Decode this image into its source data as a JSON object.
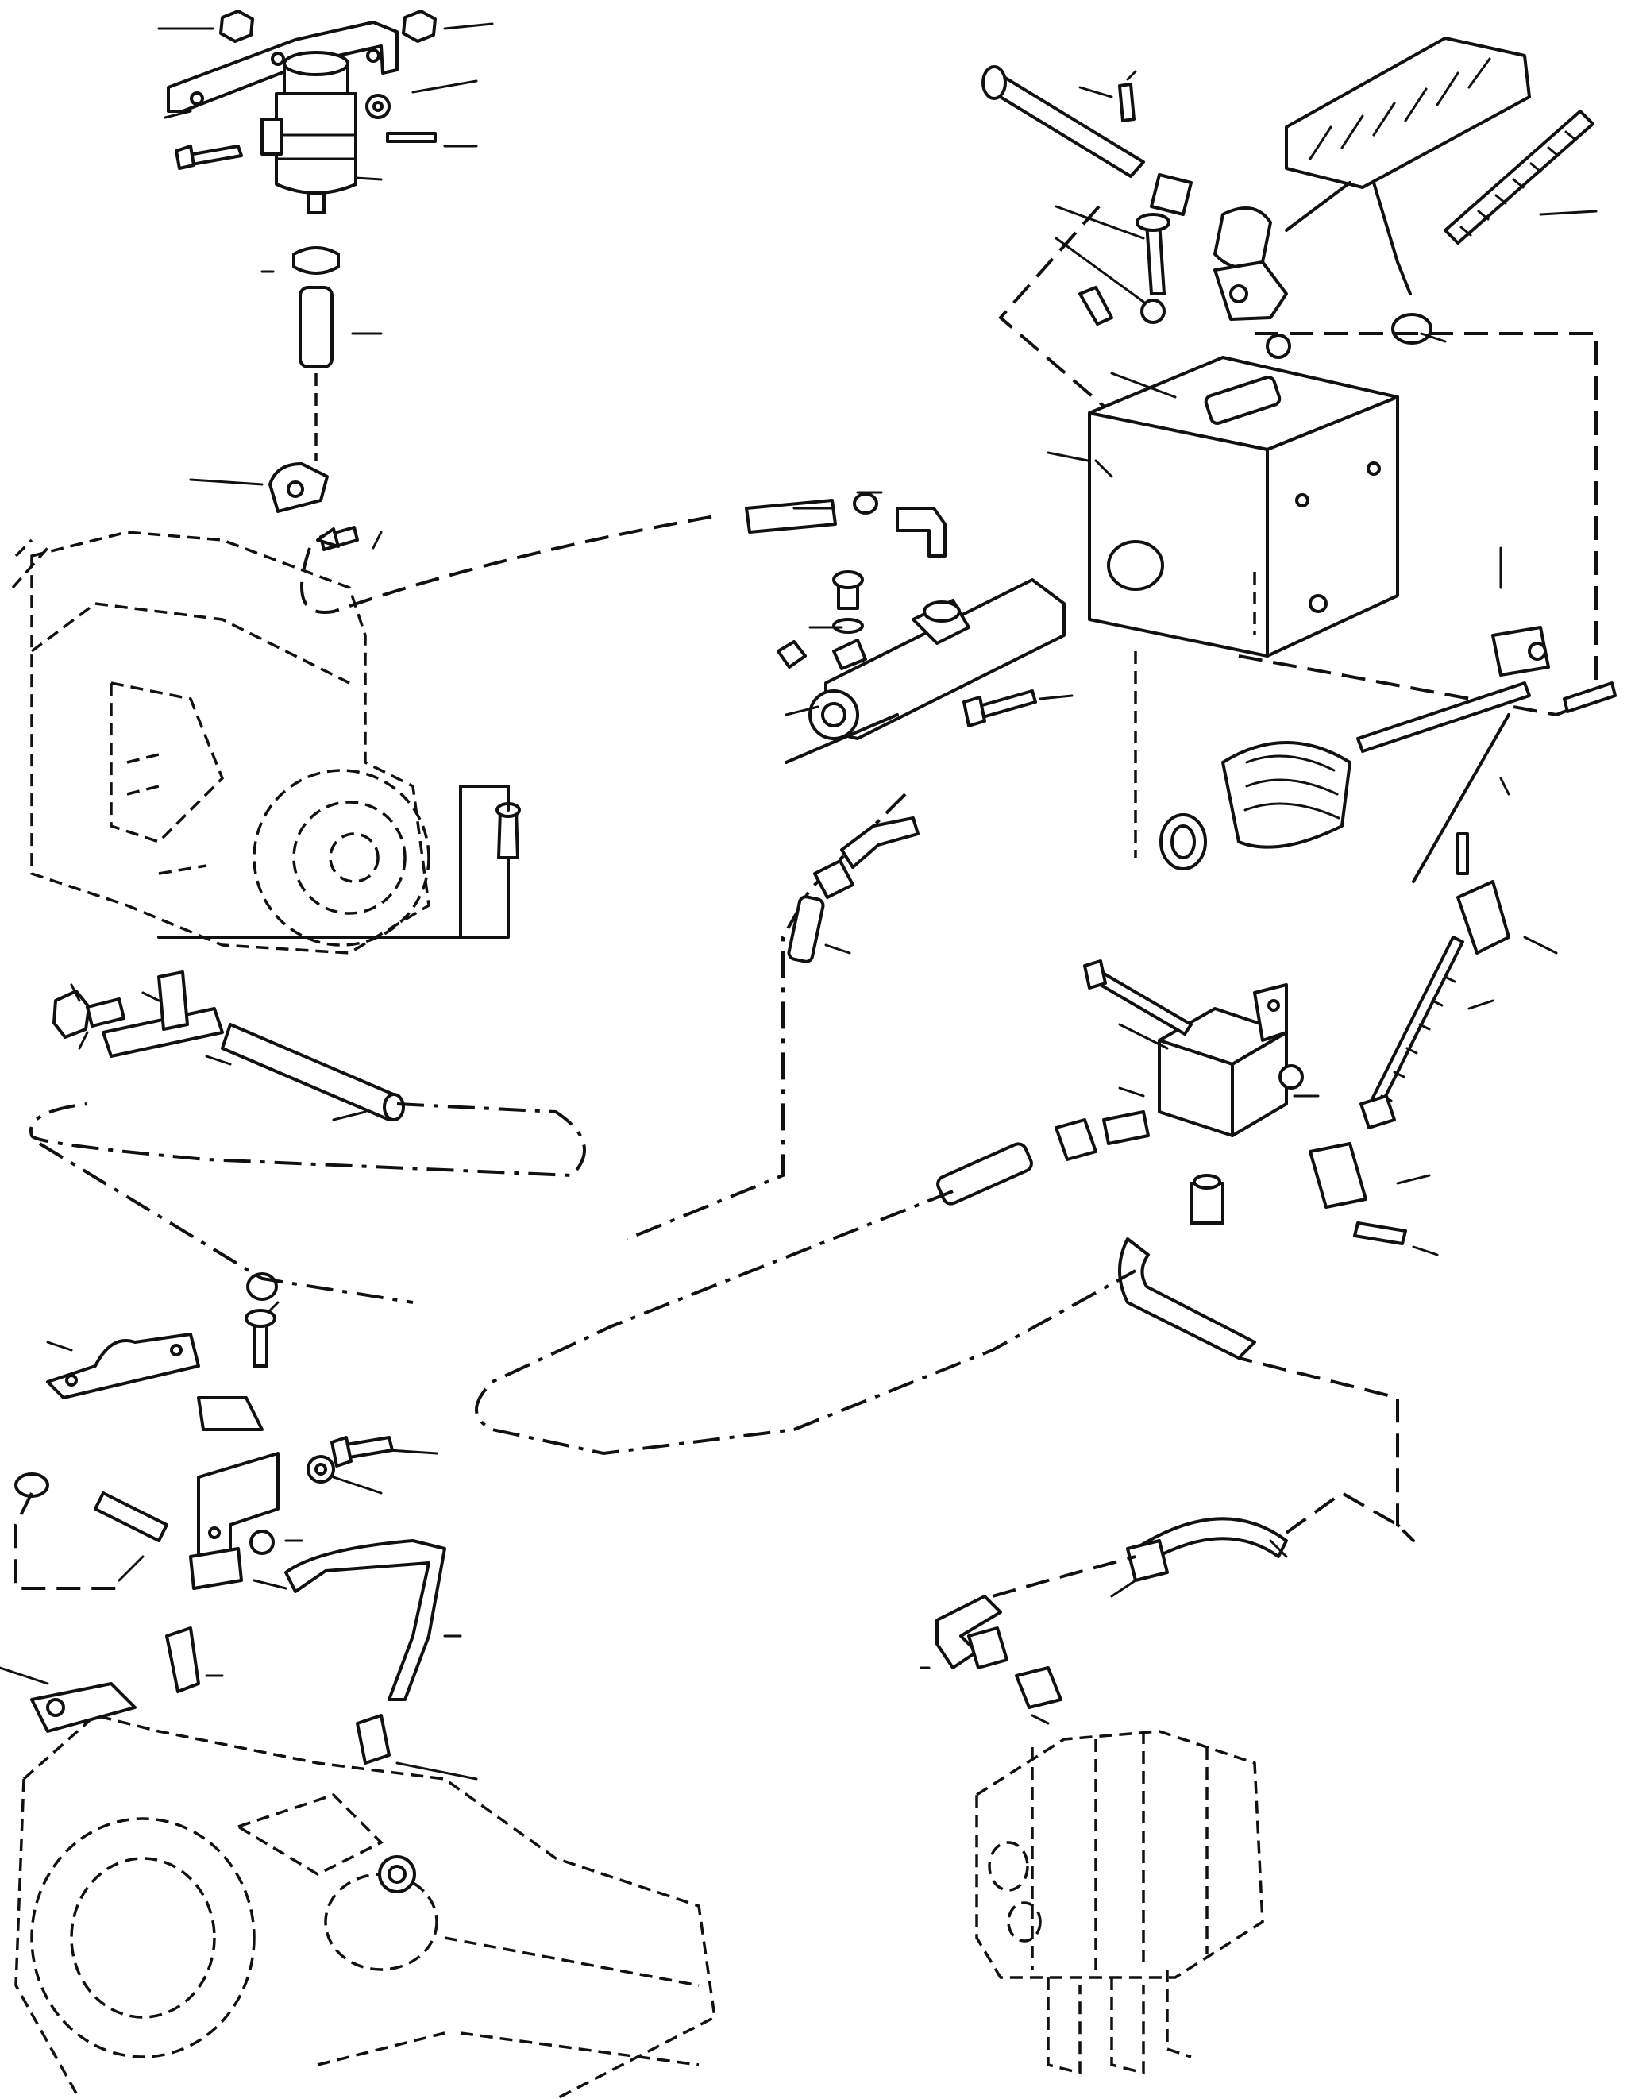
{
  "figure": {
    "kind": "exploded-parts-diagram",
    "colors": {
      "ink": "#111111",
      "paper": "#ffffff"
    },
    "callout_leaders_unlabeled": true
  },
  "assemblies": [
    {
      "id": "fluid-reservoir",
      "icon": "reservoir-icon"
    },
    {
      "id": "brake-pedal",
      "icon": "pedal-icon"
    },
    {
      "id": "pedal-bracket-box",
      "icon": "bracket-icon"
    },
    {
      "id": "master-cylinder",
      "icon": "cylinder-icon"
    },
    {
      "id": "transmission-housing",
      "icon": "transmission-icon"
    },
    {
      "id": "brake-valve-block",
      "icon": "valve-icon"
    },
    {
      "id": "control-valve-bank",
      "icon": "valve-bank-icon"
    },
    {
      "id": "rear-axle-housing",
      "icon": "axle-icon"
    }
  ]
}
